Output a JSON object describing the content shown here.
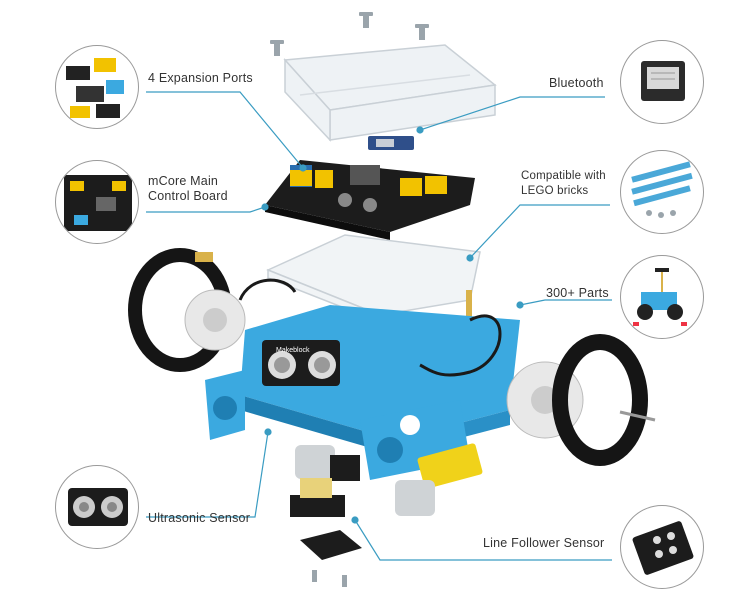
{
  "labels": {
    "expansion_ports": "4 Expansion Ports",
    "mcore_line1": "mCore Main",
    "mcore_line2": "Control Board",
    "ultrasonic": "Ultrasonic Sensor",
    "bluetooth": "Bluetooth",
    "lego_line1": "Compatible with",
    "lego_line2": "LEGO bricks",
    "parts": "300+ Parts",
    "line_follower": "Line Follower Sensor",
    "sensor_board_brand": "Makeblock"
  },
  "colors": {
    "leader_line": "#3a9cc2",
    "chassis_blue": "#3ba9e0",
    "board_black": "#1c1c1c",
    "port_yellow": "#f2c200",
    "acrylic": "#e9eef2",
    "tire": "#151515",
    "motor_yellow": "#f0d21a"
  },
  "icons": [
    "expansion-ports-photo",
    "mcore-board-photo",
    "ultrasonic-sensor-photo",
    "bluetooth-module-photo",
    "lego-bricks-photo",
    "robot-parts-photo",
    "line-follower-sensor-photo"
  ]
}
